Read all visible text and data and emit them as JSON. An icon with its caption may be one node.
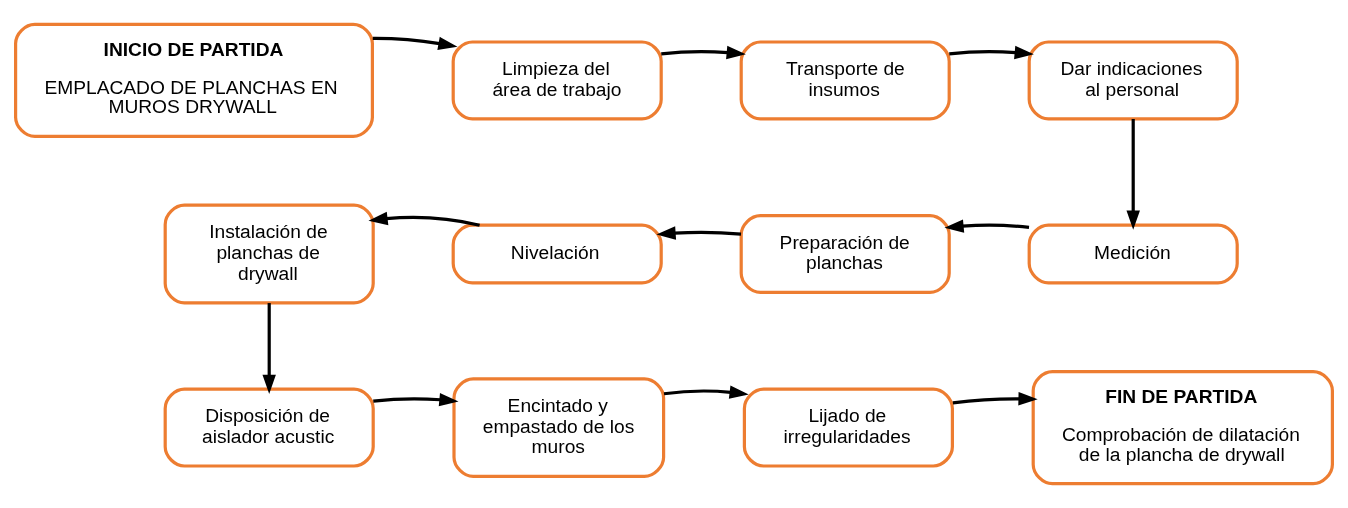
{
  "diagram": {
    "nodes": [
      {
        "text": [
          "INICIO DE PARTIDA",
          "EMPLACADO DE PLANCHAS EN MUROS DRYWALL"
        ]
      },
      {
        "text": [
          "Limpieza del área de trabajo"
        ]
      },
      {
        "text": [
          "Transporte de insumos"
        ]
      },
      {
        "text": [
          "Dar indicaciones al personal"
        ]
      },
      {
        "text": [
          "Medición"
        ]
      },
      {
        "text": [
          "Preparación de planchas"
        ]
      },
      {
        "text": [
          "Nivelación"
        ]
      },
      {
        "text": [
          "Instalación de planchas de drywall"
        ]
      },
      {
        "text": [
          "Disposición de aislador acustic"
        ]
      },
      {
        "text": [
          "Encintado y empastado de los muros"
        ]
      },
      {
        "text": [
          "Lijado de irregularidades"
        ]
      },
      {
        "text": [
          "FIN DE PARTIDA",
          "Comprobación de dilatación de la plancha de drywall"
        ]
      }
    ],
    "edges": [
      {
        "from": 0,
        "to": 1,
        "arrow": "to"
      },
      {
        "from": 1,
        "to": 2,
        "arrow": "to"
      },
      {
        "from": 2,
        "to": 3,
        "arrow": "to"
      },
      {
        "from": 3,
        "to": 4,
        "arrow": "to"
      },
      {
        "from": 4,
        "to": 5,
        "arrow": "to"
      },
      {
        "from": 5,
        "to": 6,
        "arrow": "to"
      },
      {
        "from": 6,
        "to": 7,
        "arrow": "to"
      },
      {
        "from": 7,
        "to": 8,
        "arrow": "to"
      },
      {
        "from": 8,
        "to": 9,
        "arrow": "to"
      },
      {
        "from": 9,
        "to": 10,
        "arrow": "to"
      },
      {
        "from": 10,
        "to": 11,
        "arrow": "to"
      }
    ]
  }
}
